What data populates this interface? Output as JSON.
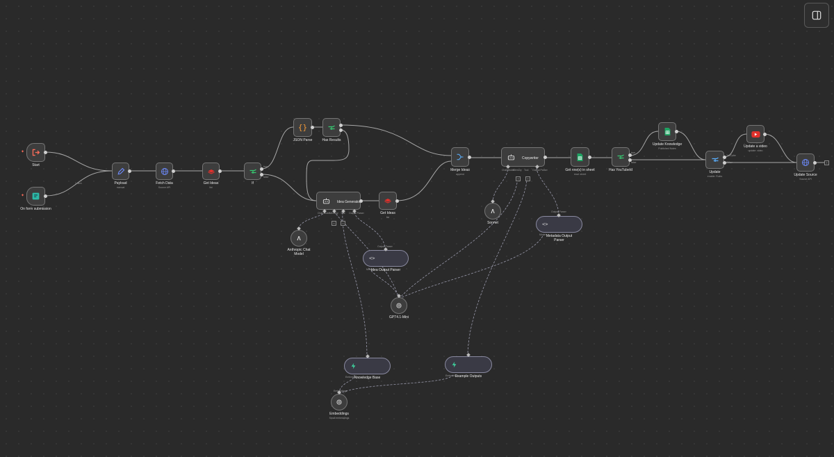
{
  "toolbar": {
    "panel_toggle_icon": "panel-right-icon"
  },
  "nodes": {
    "start": {
      "title": "Start",
      "icon": "exit-icon"
    },
    "form": {
      "title": "On form submission",
      "icon": "form-icon"
    },
    "payload": {
      "title": "Payload",
      "subtitle": "manual",
      "icon": "pencil-icon"
    },
    "fetch": {
      "title": "Fetch Data",
      "subtitle": "Source API",
      "icon": "globe-icon"
    },
    "getideas1": {
      "title": "Get Ideas",
      "subtitle": "list",
      "icon": "redis-icon"
    },
    "if": {
      "title": "If",
      "icon": "branch-icon"
    },
    "jsonparse": {
      "title": "JSON Parse",
      "icon": "braces-icon"
    },
    "hasresults": {
      "title": "Has Results",
      "icon": "branch-icon"
    },
    "ideagen": {
      "title": "Idea Generator",
      "icon": "robot-icon"
    },
    "getideas2": {
      "title": "Get Ideas",
      "subtitle": "list",
      "icon": "redis-icon"
    },
    "merge": {
      "title": "Merge Ideas",
      "subtitle": "append",
      "icon": "merge-icon"
    },
    "copywriter": {
      "title": "Copywriter",
      "icon": "robot-icon"
    },
    "getrows": {
      "title": "Get row(s) in sheet",
      "subtitle": "read: sheet",
      "icon": "sheets-icon"
    },
    "hasyt": {
      "title": "Has YouTubeId",
      "icon": "branch-icon"
    },
    "updknow": {
      "title": "Update Knowledge",
      "subtitle": "Published Notes",
      "icon": "sheets-icon"
    },
    "update": {
      "title": "Update",
      "subtitle": "enable: Rules",
      "icon": "branch-icon"
    },
    "updvideo": {
      "title": "Update a video",
      "subtitle": "update: video",
      "icon": "youtube-icon"
    },
    "updsource": {
      "title": "Update Source",
      "subtitle": "Source API",
      "icon": "globe-icon"
    },
    "anthropic": {
      "title": "Anthropic Chat Model",
      "icon": "anthropic-icon"
    },
    "sonnet": {
      "title": "Sonnet",
      "icon": "anthropic-icon"
    },
    "gpt": {
      "title": "GPT4.1-Mini",
      "icon": "openai-icon"
    },
    "embeddings": {
      "title": "Embeddings",
      "subtitle": "Small embeddings",
      "icon": "openai-icon"
    },
    "ideaparser": {
      "title": "Idea Output Parser",
      "icon": "code-icon"
    },
    "metaparser": {
      "title": "Metadata Output Parser",
      "icon": "code-icon"
    },
    "knowledge": {
      "title": "Knowledge Base",
      "icon": "bolt-icon"
    },
    "examples": {
      "title": "Example Outputs",
      "icon": "bolt-icon"
    }
  },
  "connection_labels": {
    "form_out": "1 item",
    "ideagen_model": "Chat Model",
    "ideagen_memory": "Memory",
    "ideagen_tool": "Tool",
    "ideagen_parser": "Output Parser",
    "copy_model": "Chat Model",
    "copy_memory": "Memory",
    "copy_tool": "Tool",
    "copy_parser": "Output Parser",
    "model": "Model",
    "embedding1": "Embedding",
    "embedding2": "Embedding",
    "embeddings_in": "Embeddings",
    "if_true": "true",
    "if_false": "false",
    "update_youtube": "YouTube",
    "update_other": "Other"
  }
}
